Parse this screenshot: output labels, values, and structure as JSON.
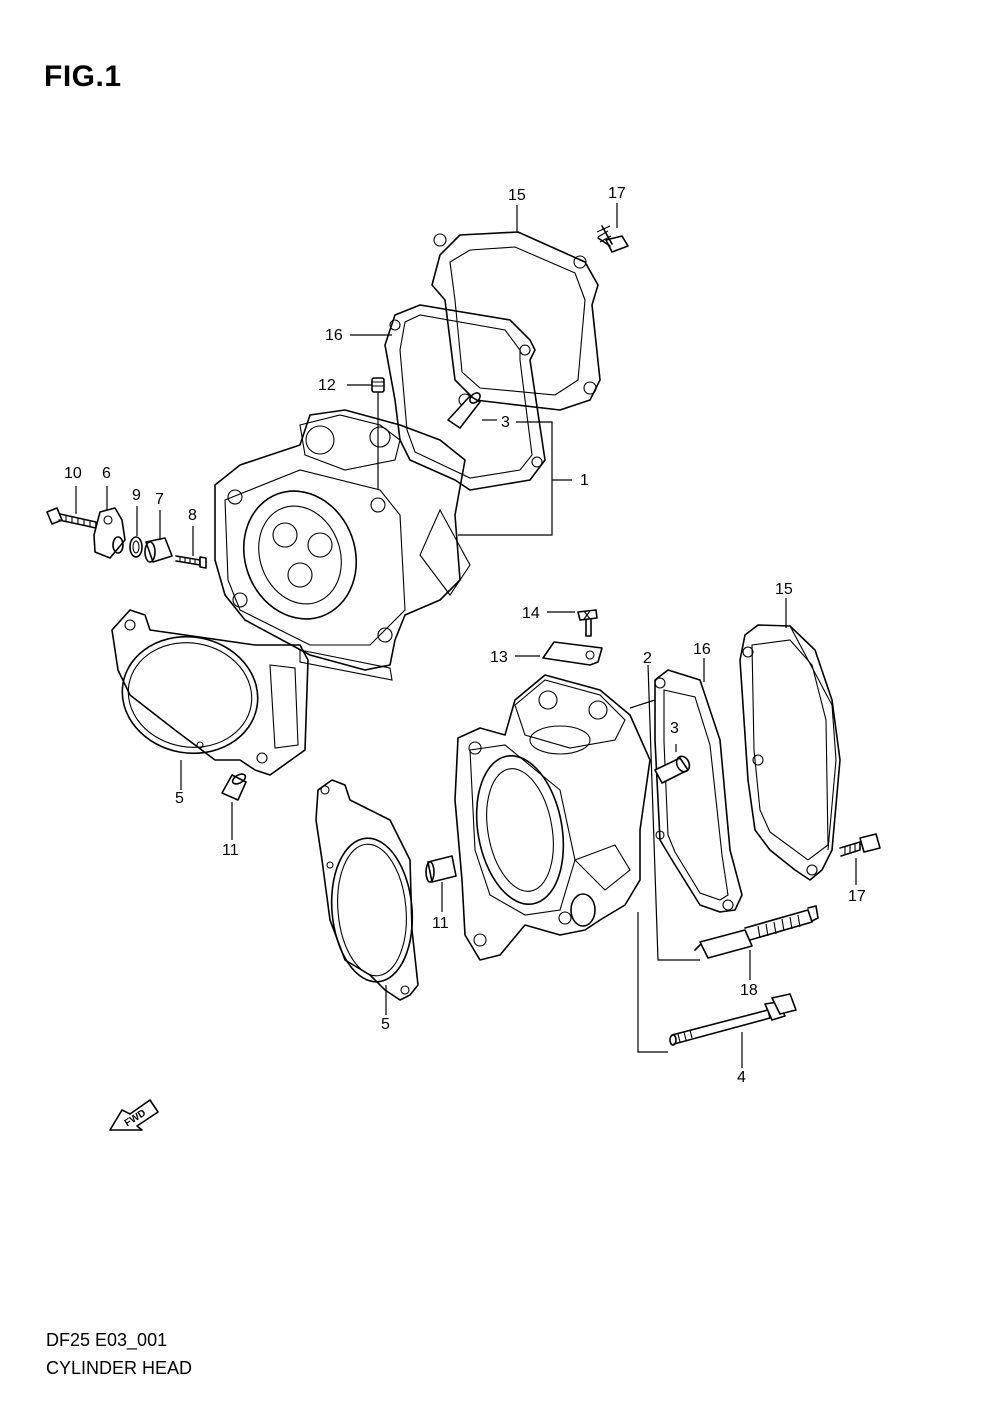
{
  "figure": {
    "title": "FIG.1",
    "model_code": "DF25 E03_001",
    "section_name": "CYLINDER HEAD"
  },
  "callouts": [
    {
      "id": "c15a",
      "label": "15"
    },
    {
      "id": "c17a",
      "label": "17"
    },
    {
      "id": "c16a",
      "label": "16"
    },
    {
      "id": "c12",
      "label": "12"
    },
    {
      "id": "c3a",
      "label": "3"
    },
    {
      "id": "c1",
      "label": "1"
    },
    {
      "id": "c10",
      "label": "10"
    },
    {
      "id": "c6",
      "label": "6"
    },
    {
      "id": "c9",
      "label": "9"
    },
    {
      "id": "c7",
      "label": "7"
    },
    {
      "id": "c8",
      "label": "8"
    },
    {
      "id": "c5a",
      "label": "5"
    },
    {
      "id": "c11a",
      "label": "11"
    },
    {
      "id": "c14",
      "label": "14"
    },
    {
      "id": "c13",
      "label": "13"
    },
    {
      "id": "c2",
      "label": "2"
    },
    {
      "id": "c16b",
      "label": "16"
    },
    {
      "id": "c15b",
      "label": "15"
    },
    {
      "id": "c3b",
      "label": "3"
    },
    {
      "id": "c11b",
      "label": "11"
    },
    {
      "id": "c5b",
      "label": "5"
    },
    {
      "id": "c17b",
      "label": "17"
    },
    {
      "id": "c18",
      "label": "18"
    },
    {
      "id": "c4",
      "label": "4"
    }
  ],
  "fwd_arrow": {
    "label": "FWD",
    "icon": "forward-arrow-icon"
  }
}
